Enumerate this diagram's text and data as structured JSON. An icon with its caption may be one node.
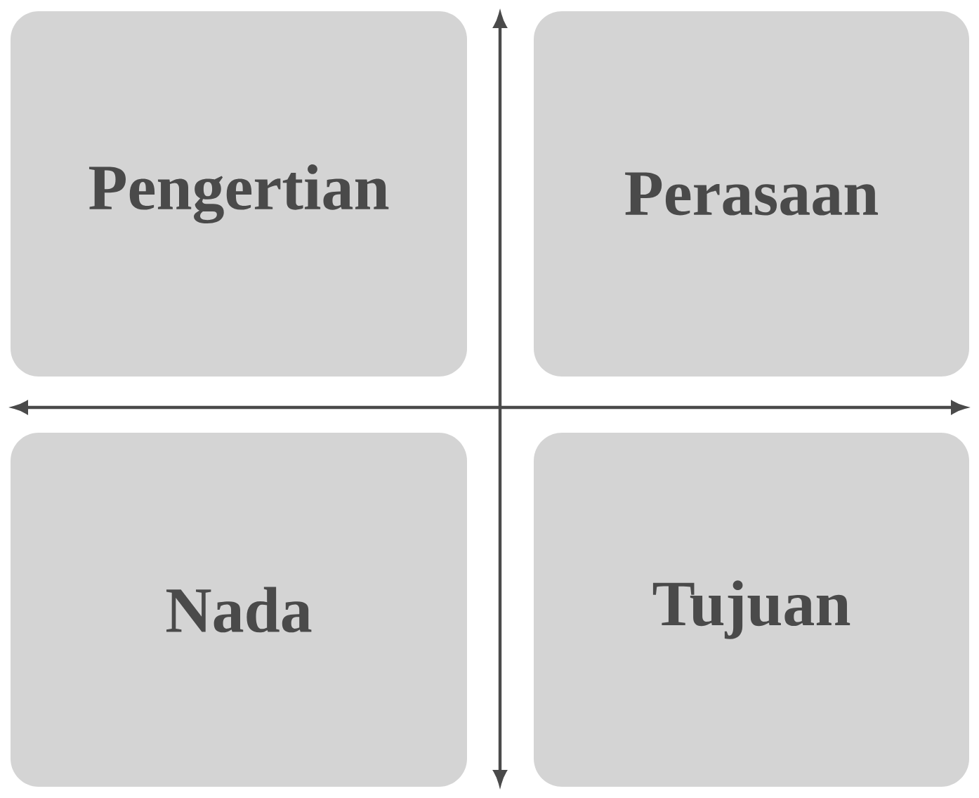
{
  "diagram": {
    "nodes": [
      {
        "text": [
          "Pengertian"
        ]
      },
      {
        "text": [
          "Perasaan"
        ]
      },
      {
        "text": [
          "Nada"
        ]
      },
      {
        "text": [
          "Tujuan"
        ]
      }
    ]
  }
}
